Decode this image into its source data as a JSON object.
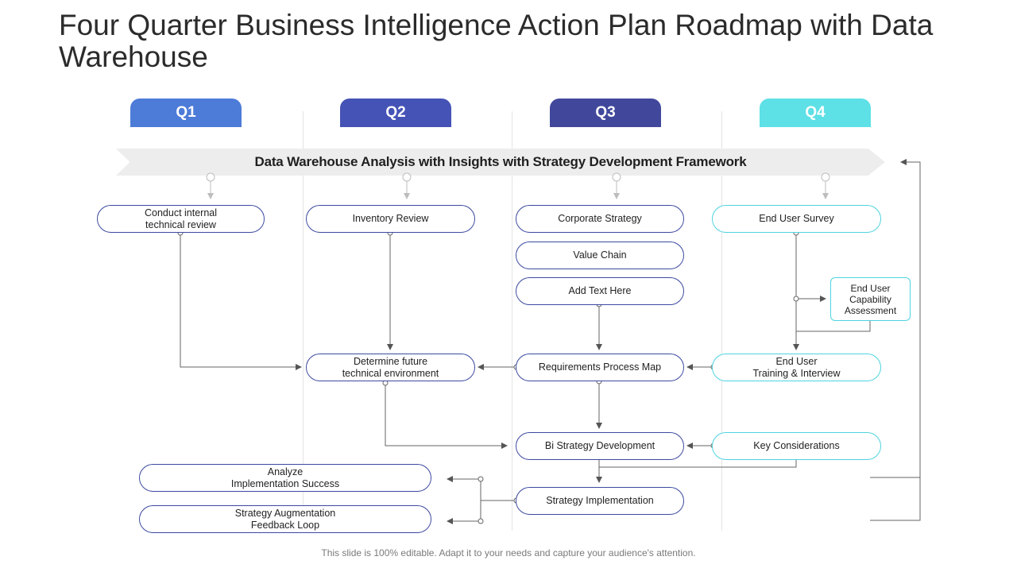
{
  "title": "Four Quarter Business Intelligence Action Plan Roadmap with Data Warehouse",
  "quarters": [
    {
      "label": "Q1",
      "color": "#4d7bd8"
    },
    {
      "label": "Q2",
      "color": "#4553b6"
    },
    {
      "label": "Q3",
      "color": "#41489c"
    },
    {
      "label": "Q4",
      "color": "#5de0e6"
    }
  ],
  "banner": "Data Warehouse Analysis with Insights with Strategy Development Framework",
  "nodes": {
    "conduct_review": "Conduct internal\ntechnical review",
    "inventory_review": "Inventory Review",
    "corporate_strategy": "Corporate Strategy",
    "value_chain": "Value Chain",
    "add_text": "Add Text Here",
    "end_user_survey": "End User Survey",
    "capability_assessment": "End User\nCapability\nAssessment",
    "determine_future": "Determine future\ntechnical environment",
    "requirements_map": "Requirements Process Map",
    "training_interview": "End User\nTraining & Interview",
    "bi_strategy": "Bi Strategy Development",
    "key_considerations": "Key Considerations",
    "analyze_success": "Analyze\nImplementation Success",
    "augmentation_loop": "Strategy Augmentation\nFeedback Loop",
    "strategy_implementation": "Strategy Implementation"
  },
  "footer": "This slide is 100% editable. Adapt it to your needs and capture your audience's attention."
}
